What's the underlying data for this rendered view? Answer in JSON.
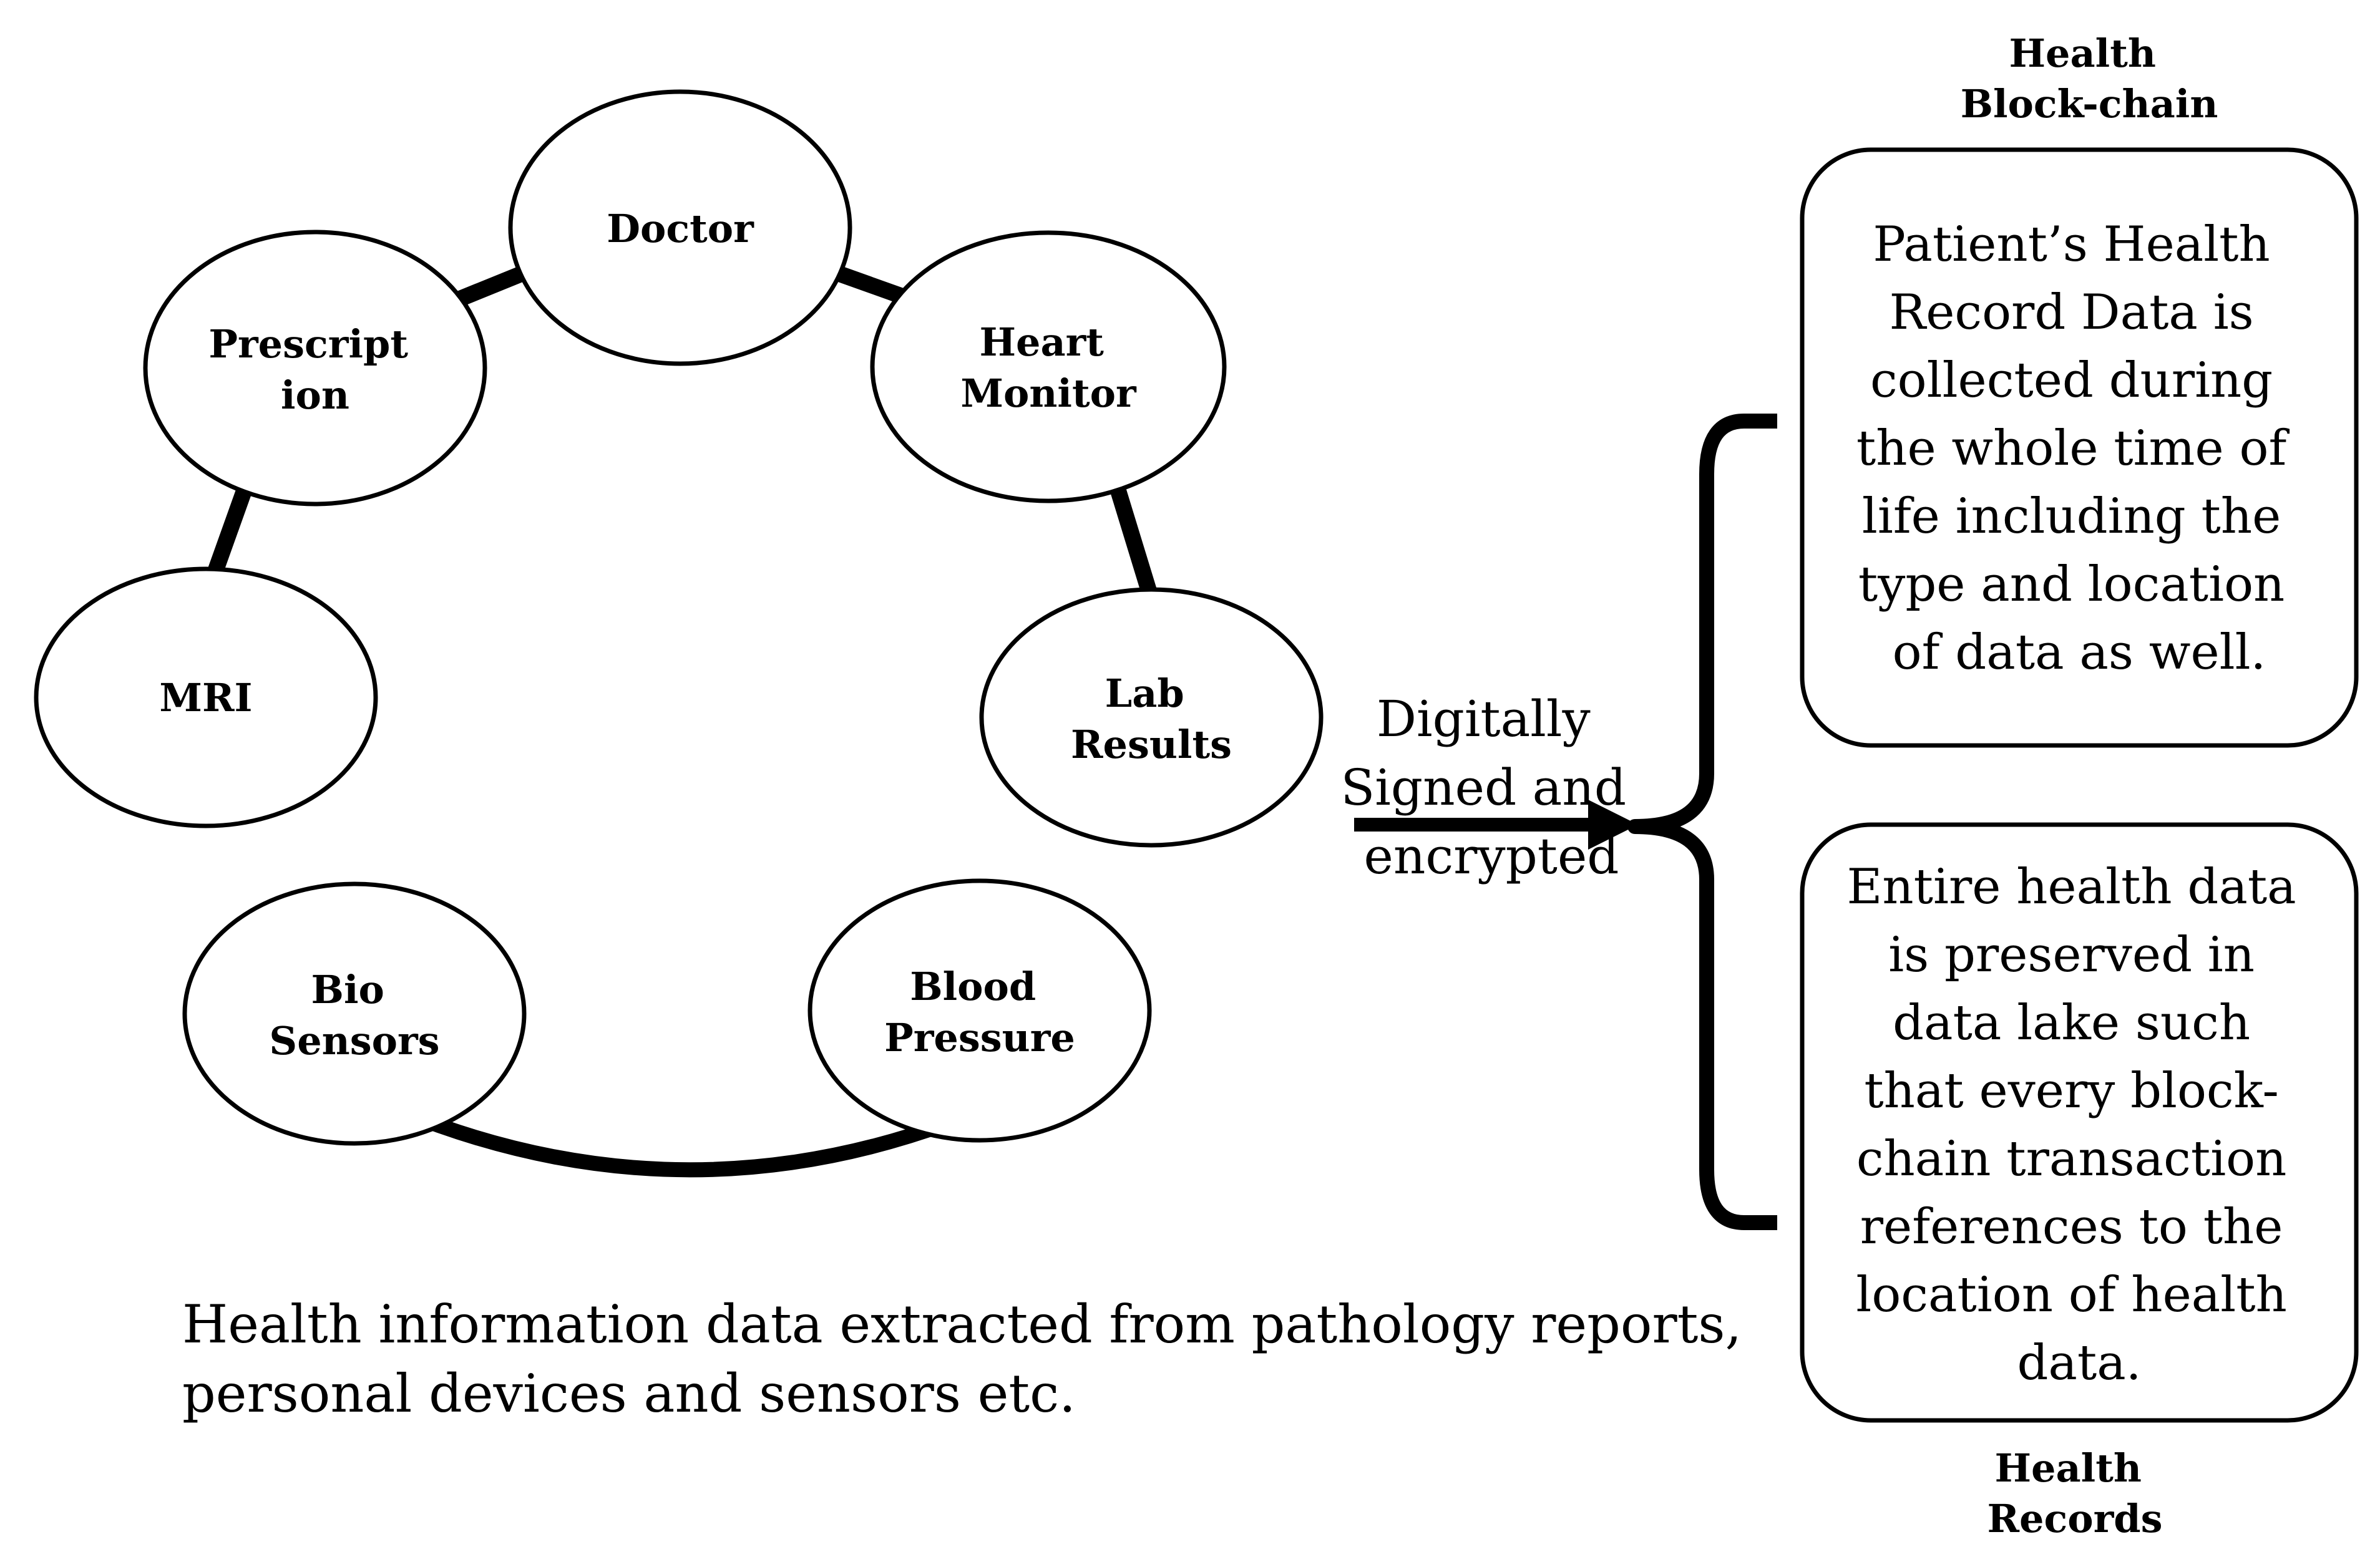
{
  "nodes": {
    "doctor": [
      "Doctor"
    ],
    "prescription": [
      "Prescript",
      "ion"
    ],
    "heart_monitor": [
      "Heart",
      "Monitor"
    ],
    "mri": [
      "MRI"
    ],
    "lab_results": [
      "Lab",
      "Results"
    ],
    "bio_sensors": [
      "Bio",
      "Sensors"
    ],
    "blood_pressure": [
      "Blood",
      "Pressure"
    ]
  },
  "caption": [
    "Health information data extracted from pathology reports,",
    "personal devices and sensors etc."
  ],
  "arrow_label": [
    "Digitally",
    "Signed and",
    "encrypted"
  ],
  "blockchain": {
    "heading": [
      "Health",
      "Block-chain"
    ],
    "text": [
      "Patient’s Health",
      "Record Data  is",
      "collected during",
      "the whole time of",
      "life  including  the",
      "type and location",
      "of  data  as well."
    ]
  },
  "records": {
    "heading": [
      "Health",
      "Records"
    ],
    "text": [
      "Entire health data",
      "is  preserved  in",
      "data lake such",
      "that every  block-",
      "chain transaction",
      "references to the",
      "location of  health",
      "data."
    ]
  }
}
